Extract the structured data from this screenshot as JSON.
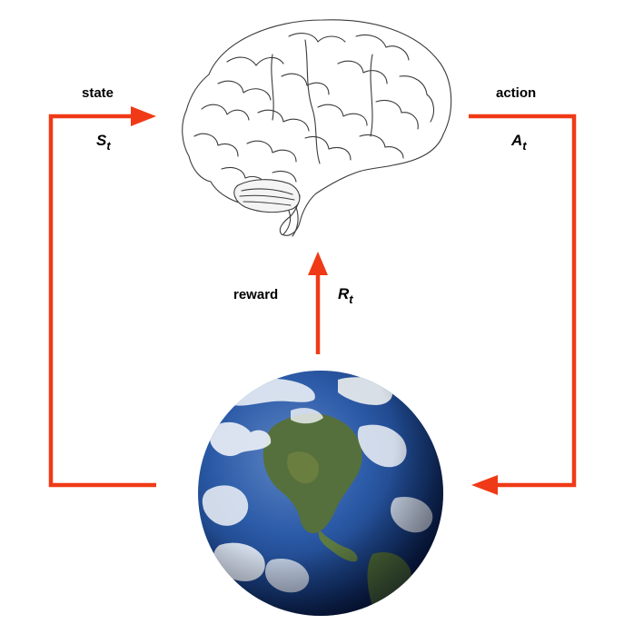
{
  "labels": {
    "state": "state",
    "action": "action",
    "reward": "reward"
  },
  "symbols": {
    "state": {
      "letter": "S",
      "subscript": "t"
    },
    "action": {
      "letter": "A",
      "subscript": "t"
    },
    "reward": {
      "letter": "R",
      "subscript": "t"
    }
  },
  "colors": {
    "arrow": "#f03a17",
    "brain_stroke": "#3a3a3a",
    "ocean": "#1f4f9c",
    "land": "#4e6b3a",
    "cloud": "#e9eef5"
  },
  "icons": {
    "agent": "brain-icon",
    "environment": "earth-icon"
  }
}
